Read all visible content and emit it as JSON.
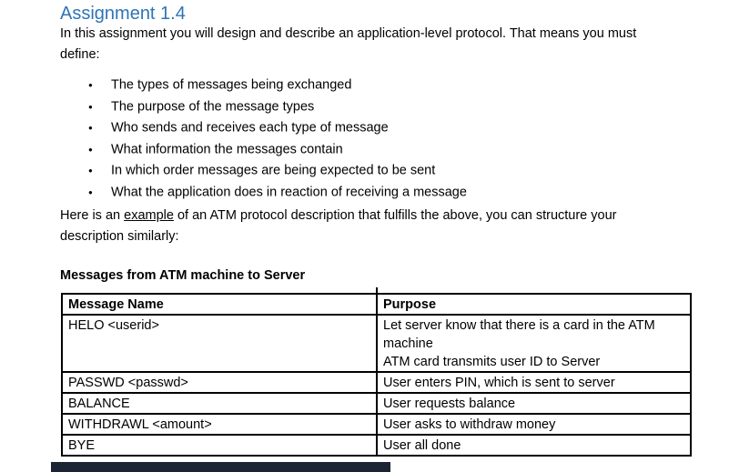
{
  "document": {
    "title": "Assignment 1.4",
    "intro": "In this assignment you will design and describe an application-level protocol. That means you must\ndefine:",
    "bullets": [
      "The types of messages being exchanged",
      "The purpose of the message types",
      "Who sends and receives each type of message",
      "What information the messages contain",
      "In which order messages are being expected to be sent",
      "What the application does in reaction of receiving a message"
    ],
    "example_para": {
      "before": "Here is an ",
      "underlined": "example",
      "after": " of an ATM protocol description that fulfills the above, you can structure your\ndescription similarly:"
    },
    "table_caption": "Messages from ATM machine to Server",
    "table": {
      "headers": [
        "Message Name",
        "Purpose"
      ],
      "rows": [
        [
          "HELO <userid>",
          "Let server know that there is a card in the ATM machine\nATM card transmits user ID to Server"
        ],
        [
          "PASSWD <passwd>",
          "User enters PIN, which is sent to server"
        ],
        [
          "BALANCE",
          "User requests balance"
        ],
        [
          "WITHDRAWL <amount>",
          "User asks to withdraw money"
        ],
        [
          "BYE",
          "User all done"
        ]
      ]
    }
  },
  "colors": {
    "heading_blue": "#2E74B5",
    "body_text": "#000000",
    "table_border": "#000000",
    "bottom_bar": "#1b2433",
    "page_background": "#ffffff"
  }
}
